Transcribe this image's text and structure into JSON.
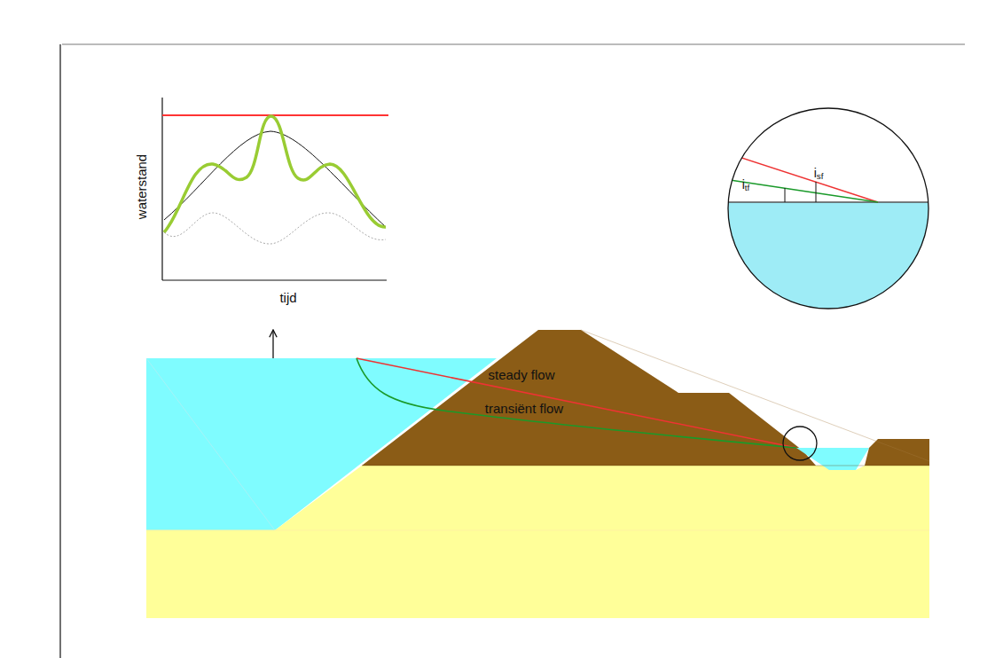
{
  "diagram": {
    "labels": [
      "waterstand",
      "tijd",
      "steady flow",
      "transiënt flow",
      "isf",
      "itf"
    ]
  }
}
